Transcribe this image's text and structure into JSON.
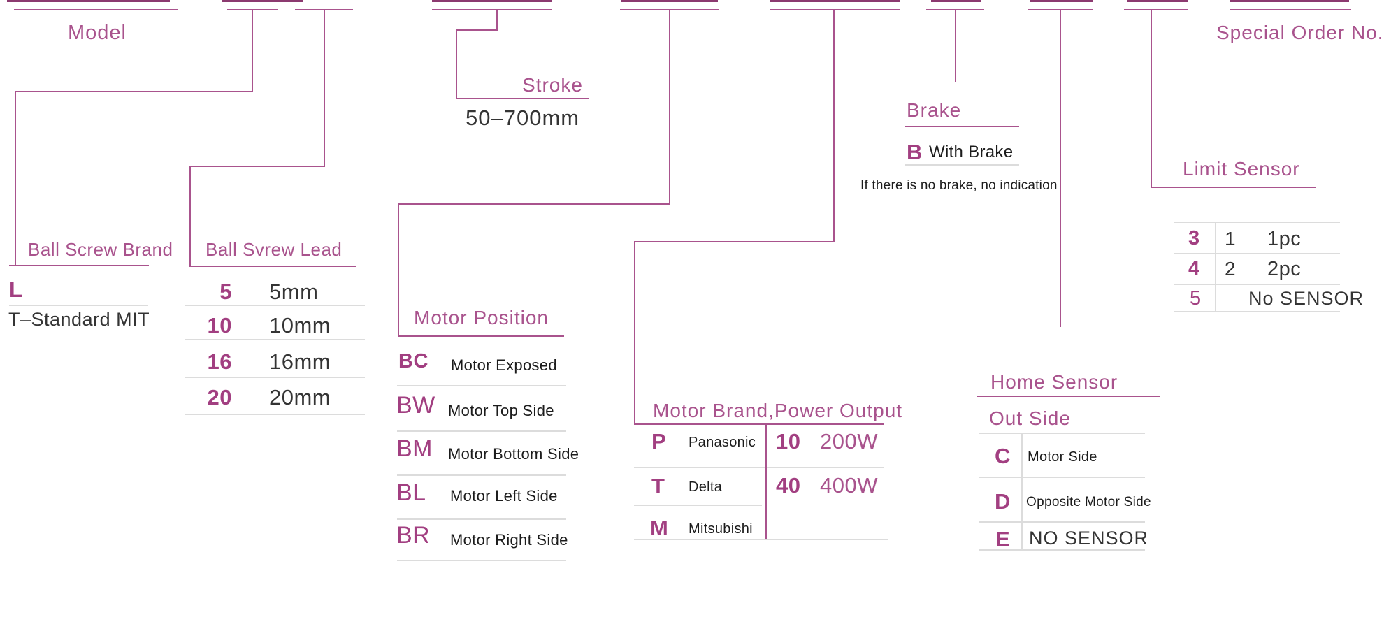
{
  "colors": {
    "magenta": "#a9538d",
    "code": "#a23f81",
    "dark": "#343434",
    "small": "#1c1c1c",
    "gray": "#dcdcdc",
    "remnant": "#8c3a70",
    "bg": "#ffffff"
  },
  "model": {
    "label": "Model"
  },
  "special_order": {
    "label": "Special Order No."
  },
  "stroke": {
    "label": "Stroke",
    "range": "50–700mm"
  },
  "ball_screw_brand": {
    "label": "Ball Screw Brand",
    "code": "L",
    "desc": "T–Standard MIT"
  },
  "ball_screw_lead": {
    "label": "Ball Svrew Lead",
    "rows": [
      {
        "code": "5",
        "value": "5mm"
      },
      {
        "code": "10",
        "value": "10mm"
      },
      {
        "code": "16",
        "value": "16mm"
      },
      {
        "code": "20",
        "value": "20mm"
      }
    ]
  },
  "motor_position": {
    "label": "Motor Position",
    "rows": [
      {
        "code": "BC",
        "desc": "Motor Exposed"
      },
      {
        "code": "BW",
        "desc": "Motor Top Side"
      },
      {
        "code": "BM",
        "desc": "Motor Bottom Side"
      },
      {
        "code": "BL",
        "desc": "Motor Left Side"
      },
      {
        "code": "BR",
        "desc": "Motor Right Side"
      }
    ]
  },
  "motor_brand_power": {
    "label": "Motor Brand,Power Output",
    "brands": [
      {
        "code": "P",
        "name": "Panasonic"
      },
      {
        "code": "T",
        "name": "Delta"
      },
      {
        "code": "M",
        "name": "Mitsubishi"
      }
    ],
    "powers": [
      {
        "code": "10",
        "value": "200W"
      },
      {
        "code": "40",
        "value": "400W"
      }
    ]
  },
  "brake": {
    "label": "Brake",
    "code": "B",
    "desc": "With Brake",
    "note": "If there is no brake, no indication"
  },
  "home_sensor": {
    "label": "Home Sensor",
    "sublabel": "Out Side",
    "rows": [
      {
        "code": "C",
        "desc": "Motor Side"
      },
      {
        "code": "D",
        "desc": "Opposite Motor Side"
      },
      {
        "code": "E",
        "desc": "NO SENSOR"
      }
    ]
  },
  "limit_sensor": {
    "label": "Limit Sensor",
    "rows": [
      {
        "code": "3",
        "qty": "1",
        "desc": "1pc"
      },
      {
        "code": "4",
        "qty": "2",
        "desc": "2pc"
      },
      {
        "code": "5",
        "qty": "",
        "desc": "No SENSOR"
      }
    ]
  }
}
